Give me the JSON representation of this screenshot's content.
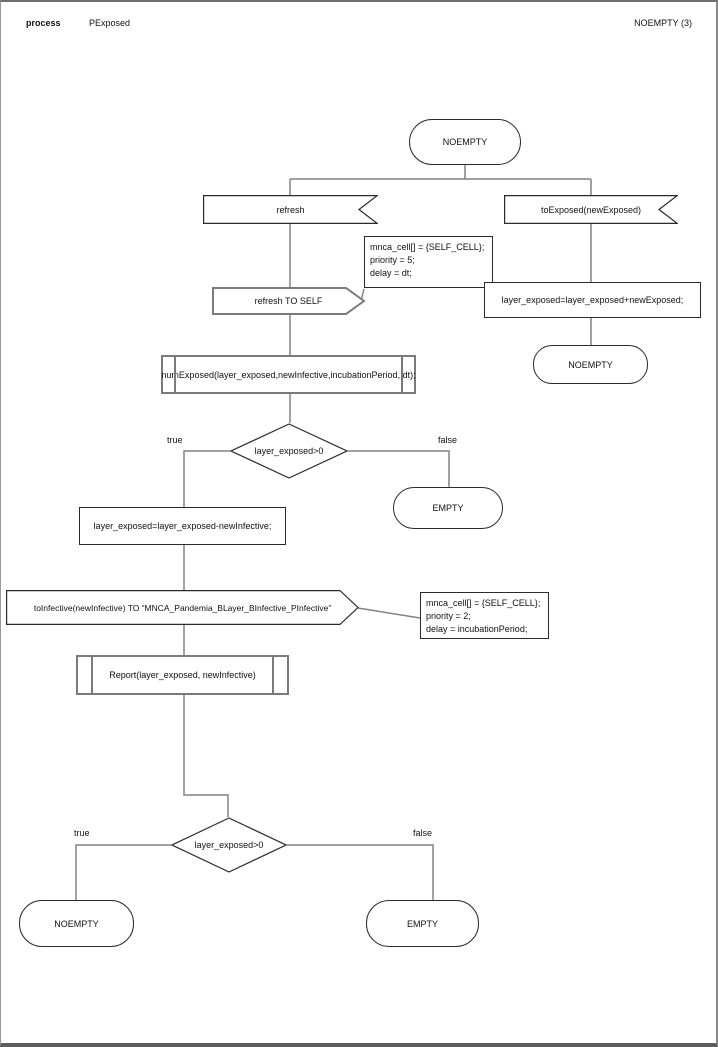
{
  "header": {
    "left_label": "process",
    "process_name": "PExposed",
    "right_label": "NOEMPTY (3)"
  },
  "colors": {
    "background": "#ffffff",
    "shape_border": "#2b2b2b",
    "highlight_border": "#7a7a7a",
    "connector": "#828282"
  },
  "nodes": {
    "state_top": "NOEMPTY",
    "receive_refresh": "refresh",
    "receive_to_exposed": "toExposed(newExposed)",
    "note_priority5": {
      "line1": "mnca_cell[] = {SELF_CELL};",
      "line2": "priority = 5;",
      "line3": "delay = dt;"
    },
    "send_refresh_to_self": "refresh TO SELF",
    "assign_add": "layer_exposed=layer_exposed+newExposed;",
    "state_noempty_right": "NOEMPTY",
    "call_num_exposed": "numExposed(layer_exposed,newInfective,incubationPeriod, dt);",
    "decision1": "layer_exposed>0",
    "decision1_true": "true",
    "decision1_false": "false",
    "state_empty_mid": "EMPTY",
    "assign_sub": "layer_exposed=layer_exposed-newInfective;",
    "send_to_infective": "toInfective(newInfective) TO “MNCA_Pandemia_BLayer_BInfective_PInfective”",
    "note_priority2": {
      "line1": "mnca_cell[] = {SELF_CELL};",
      "line2": "priority = 2;",
      "line3": "delay = incubationPeriod;"
    },
    "call_report": "Report(layer_exposed, newInfective)",
    "decision2": "layer_exposed>0",
    "decision2_true": "true",
    "decision2_false": "false",
    "state_noempty_bottom": "NOEMPTY",
    "state_empty_bottom": "EMPTY"
  }
}
